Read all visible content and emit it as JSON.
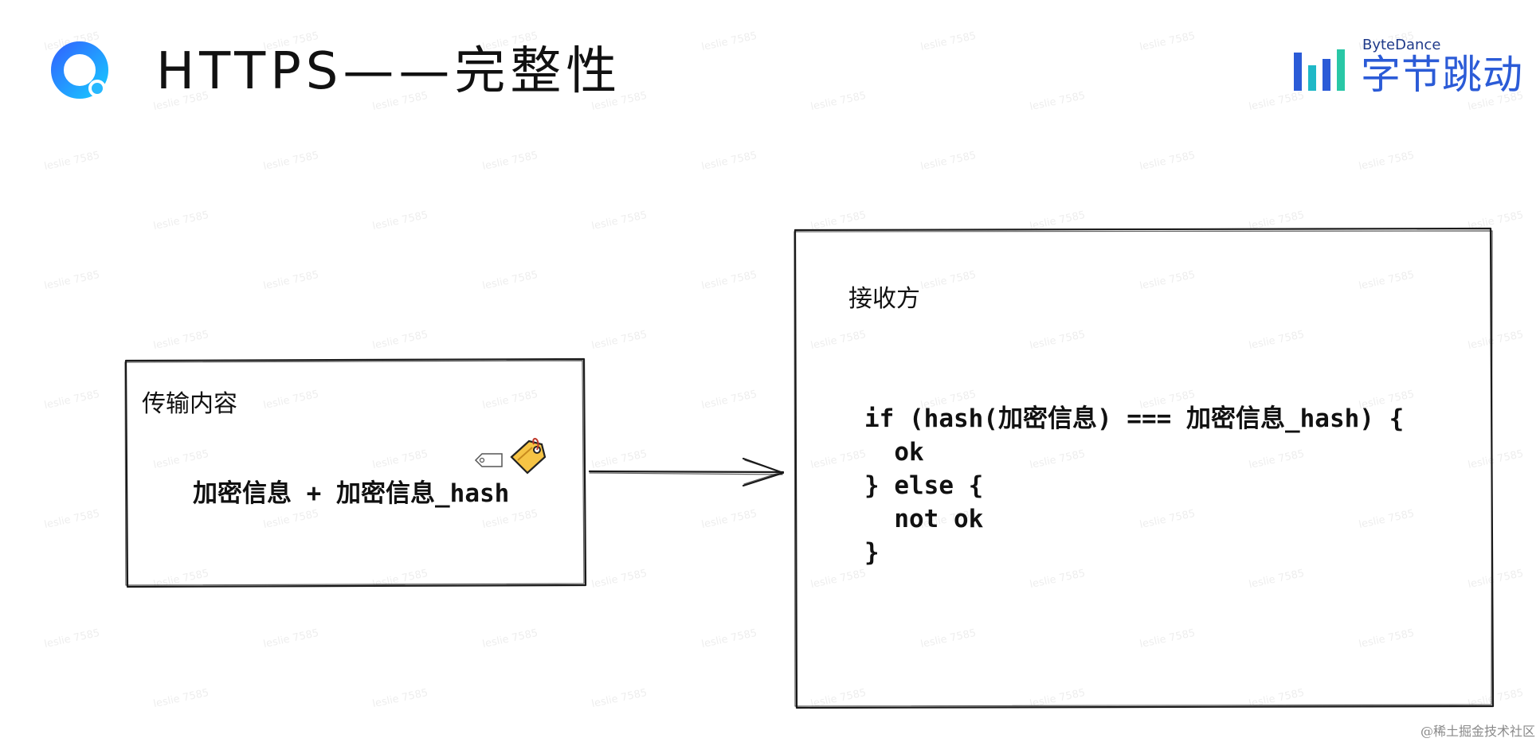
{
  "slide": {
    "title": "HTTPS——完整性",
    "brand": {
      "name_en": "ByteDance",
      "name_cn": "字节跳动",
      "color": "#2b5bd7"
    },
    "logo_icon": "circle-logo-icon",
    "watermark": "leslie 7585"
  },
  "diagram": {
    "sender_box": {
      "label": "传输内容",
      "payload": "加密信息 + 加密信息_hash",
      "icon": "label-tag-icon"
    },
    "receiver_box": {
      "label": "接收方",
      "code_lines": [
        "if (hash(加密信息) === 加密信息_hash) {",
        "  ok",
        "} else {",
        "  not ok",
        "}"
      ]
    }
  },
  "footer": {
    "credit": "@稀土掘金技术社区"
  }
}
